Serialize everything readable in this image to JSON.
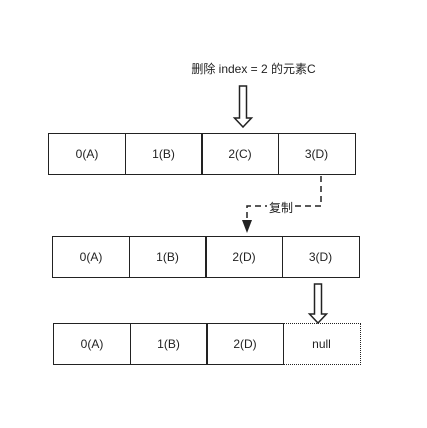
{
  "title": "删除 index = 2 的元素C",
  "rows": [
    {
      "cells": [
        "0(A)",
        "1(B)",
        "2(C)",
        "3(D)"
      ]
    },
    {
      "cells": [
        "0(A)",
        "1(B)",
        "2(D)",
        "3(D)"
      ]
    },
    {
      "cells": [
        "0(A)",
        "1(B)",
        "2(D)",
        "null"
      ]
    }
  ],
  "copy_label": "复制",
  "icons": [
    "down-hollow-arrow-icon",
    "copy-arrow-icon"
  ]
}
